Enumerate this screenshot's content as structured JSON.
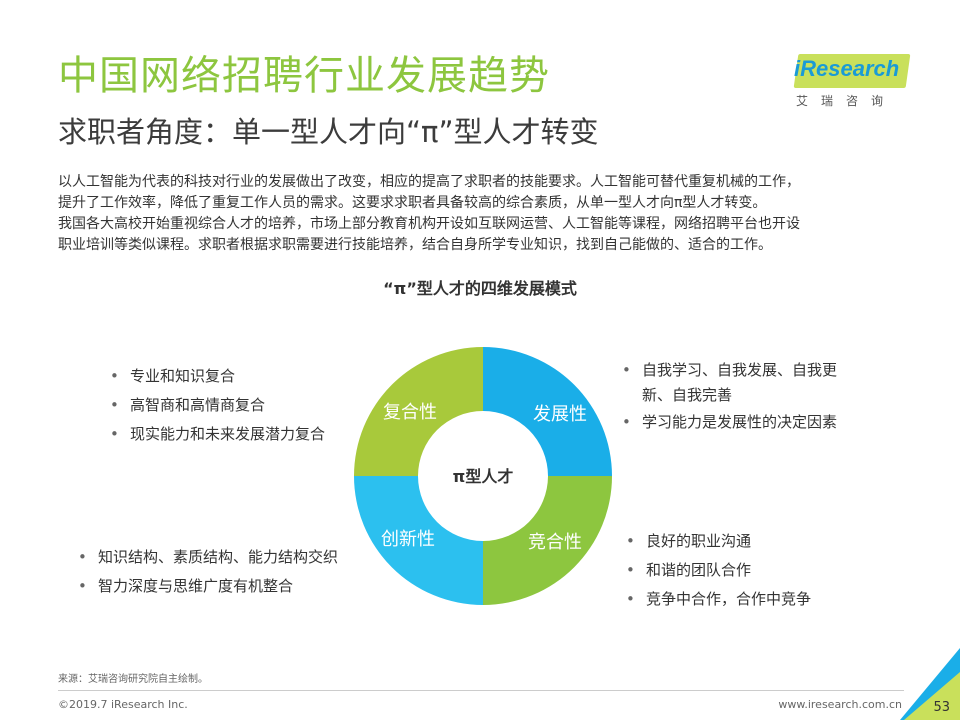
{
  "header": {
    "title": "中国网络招聘行业发展趋势",
    "subtitle": "求职者角度：单一型人才向“π”型人才转变"
  },
  "logo": {
    "brand": "iResearch",
    "sub": "艾瑞咨询"
  },
  "intro": [
    "以人工智能为代表的科技对行业的发展做出了改变，相应的提高了求职者的技能要求。人工智能可替代重复机械的工作，",
    "提升了工作效率，降低了重复工作人员的需求。这要求求职者具备较高的综合素质，从单一型人才向π型人才转变。",
    "我国各大高校开始重视综合人才的培养，市场上部分教育机构开设如互联网运营、人工智能等课程，网络招聘平台也开设",
    "职业培训等类似课程。求职者根据求职需要进行技能培养，结合自身所学专业知识，找到自己能做的、适合的工作。"
  ],
  "diagram": {
    "title": "“π”型人才的四维发展模式",
    "center": "π型人才",
    "segments": {
      "top_left": {
        "label": "复合性",
        "color": "#a8c93b"
      },
      "top_right": {
        "label": "发展性",
        "color": "#1aaee8"
      },
      "bottom_right": {
        "label": "竞合性",
        "color": "#8dc63f"
      },
      "bottom_left": {
        "label": "创新性",
        "color": "#2cc0ef"
      }
    },
    "bullets": {
      "top_left": [
        "专业和知识复合",
        "高智商和高情商复合",
        "现实能力和未来发展潜力复合"
      ],
      "top_right": {
        "first_line": "自我学习、自我发展、自我更",
        "first_cont": "新、自我完善",
        "second": "学习能力是发展性的决定因素"
      },
      "bottom_left": [
        "知识结构、素质结构、能力结构交织",
        "智力深度与思维广度有机整合"
      ],
      "bottom_right": [
        "良好的职业沟通",
        "和谐的团队合作",
        "竞争中合作，合作中竞争"
      ]
    }
  },
  "footer": {
    "source": "来源：艾瑞咨询研究院自主绘制。",
    "copyright": "©2019.7 iResearch Inc.",
    "website": "www.iresearch.com.cn",
    "page": "53"
  },
  "colors": {
    "accent_green": "#8dc63f",
    "accent_blue": "#1aaee8"
  }
}
